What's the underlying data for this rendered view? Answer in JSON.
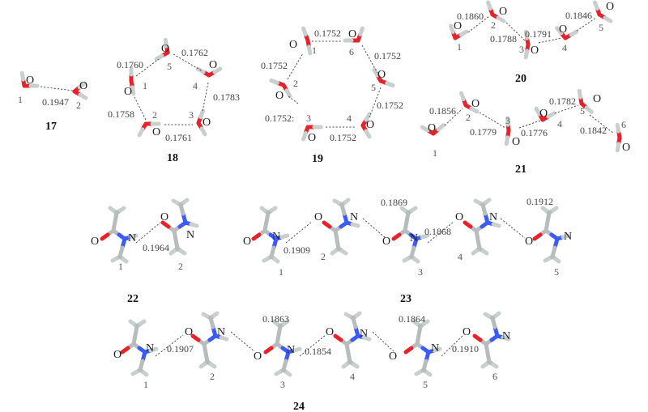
{
  "figure": {
    "structures": [
      {
        "label": "17",
        "molecules": [
          "1",
          "2"
        ],
        "distances": [
          "0.1947"
        ],
        "atoms": [
          "O",
          "O"
        ]
      },
      {
        "label": "18",
        "molecules": [
          "1",
          "2",
          "3",
          "4",
          "5"
        ],
        "distances": [
          "0.1760",
          "0.1762",
          "0.1783",
          "0.1761",
          "0.1758"
        ],
        "atoms": [
          "O",
          "O",
          "O",
          "O",
          "O"
        ]
      },
      {
        "label": "19",
        "molecules": [
          "1",
          "2",
          "3",
          "4",
          "5",
          "6"
        ],
        "distances": [
          "0.1752",
          "0.1752",
          "0.1752",
          "0.1752",
          "0.1752",
          "0.1752:"
        ],
        "atoms": [
          "O",
          "O",
          "O",
          "O",
          "O",
          "O"
        ]
      },
      {
        "label": "20",
        "molecules": [
          "1",
          "2",
          "3",
          "4",
          "5"
        ],
        "distances": [
          "0.1860",
          "0.1788",
          "0.1791",
          "0.1846"
        ],
        "atoms": [
          "O",
          "O",
          "O",
          "O",
          "O"
        ]
      },
      {
        "label": "21",
        "molecules": [
          "1",
          "2",
          "3",
          "4",
          "5",
          "6"
        ],
        "distances": [
          "0.1856",
          "0.1779",
          "0.1776",
          "0.1782",
          "0.1842"
        ],
        "atoms": [
          "O",
          "O",
          "O",
          "O",
          "O",
          "O"
        ]
      },
      {
        "label": "22",
        "molecules": [
          "1",
          "2"
        ],
        "distances": [
          "0.1964"
        ],
        "atoms": [
          "O",
          "N",
          "O",
          "N"
        ]
      },
      {
        "label": "23",
        "molecules": [
          "1",
          "2",
          "3",
          "4",
          "5"
        ],
        "distances": [
          "0.1909",
          "0.1869",
          "0.1868",
          "0.1912"
        ],
        "atoms": [
          "O",
          "N",
          "O",
          "N",
          "O",
          "N",
          "O",
          "N",
          "O",
          "N"
        ]
      },
      {
        "label": "24",
        "molecules": [
          "1",
          "2",
          "3",
          "4",
          "5",
          "6"
        ],
        "distances": [
          "0.1907",
          "0.1863",
          "0.1854",
          "0.1864",
          "0.1910"
        ],
        "atoms": [
          "O",
          "N",
          "O",
          "N",
          "O",
          "N",
          "O",
          "N",
          "O",
          "N",
          "O",
          "N"
        ]
      }
    ],
    "colors": {
      "oxygen": "#e8222a",
      "hydrogen": "#c8cfcf",
      "nitrogen": "#3b5bff",
      "carbon": "#b8bcbc",
      "hbond": "#555555"
    }
  }
}
